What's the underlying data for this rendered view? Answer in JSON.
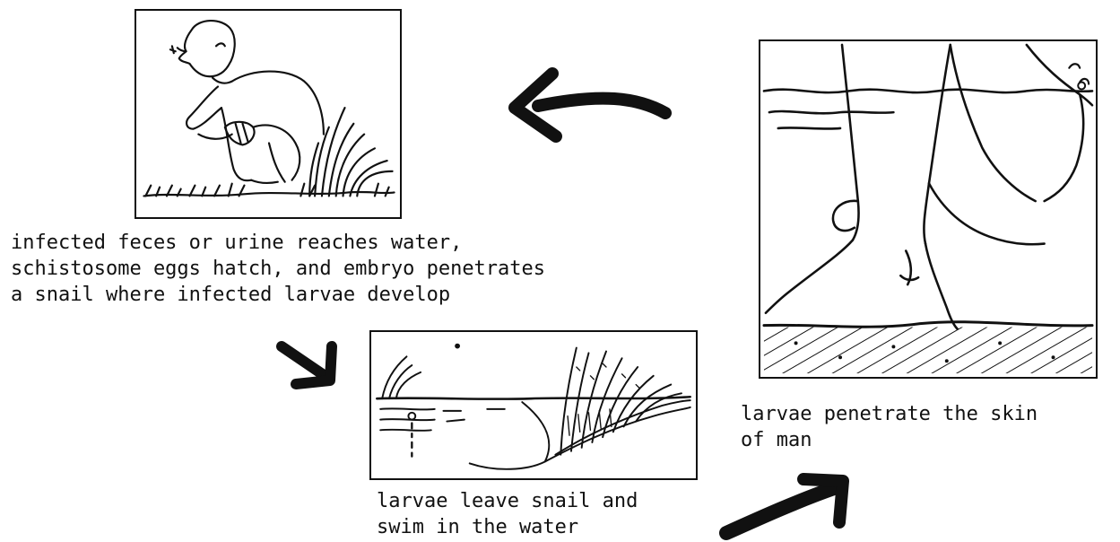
{
  "captions": {
    "eggs_hatch": [
      "infected feces or urine reaches water,",
      "schistosome eggs hatch, and embryo penetrates",
      "a snail where infected larvae develop"
    ],
    "larvae_swim": [
      "larvae leave snail and",
      "swim in the water"
    ],
    "skin_penetration": [
      "larvae penetrate the skin",
      "of man"
    ]
  },
  "colors": {
    "ink": "#111111",
    "paper": "#ffffff"
  }
}
